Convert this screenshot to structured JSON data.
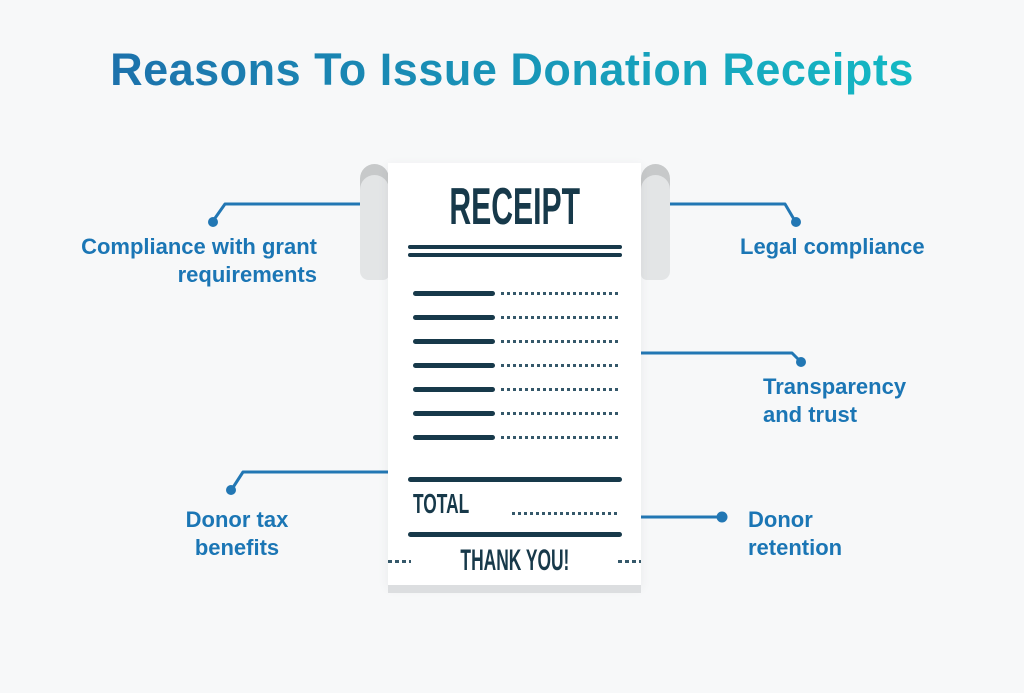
{
  "title": "Reasons To Issue Donation Receipts",
  "colors": {
    "background": "#f7f8f9",
    "title_gradient_start": "#1d6fab",
    "title_gradient_end": "#14b9c4",
    "label_text": "#1b76b5",
    "connector": "#2277b4",
    "receipt_ink": "#17394a",
    "paper": "#ffffff",
    "paper_curl": "#e3e5e6"
  },
  "receipt": {
    "header": "RECEIPT",
    "item_rows": 7,
    "total_label": "TOTAL",
    "footer": "THANK YOU!"
  },
  "reasons": [
    {
      "id": "compliance-grant",
      "label": "Compliance with grant requirements",
      "position": "top-left"
    },
    {
      "id": "legal-compliance",
      "label": "Legal compliance",
      "position": "top-right"
    },
    {
      "id": "transparency-trust",
      "label": "Transparency and trust",
      "position": "middle-right"
    },
    {
      "id": "donor-tax-benefits",
      "label": "Donor tax benefits",
      "position": "bottom-left"
    },
    {
      "id": "donor-retention",
      "label": "Donor retention",
      "position": "bottom-right"
    }
  ]
}
